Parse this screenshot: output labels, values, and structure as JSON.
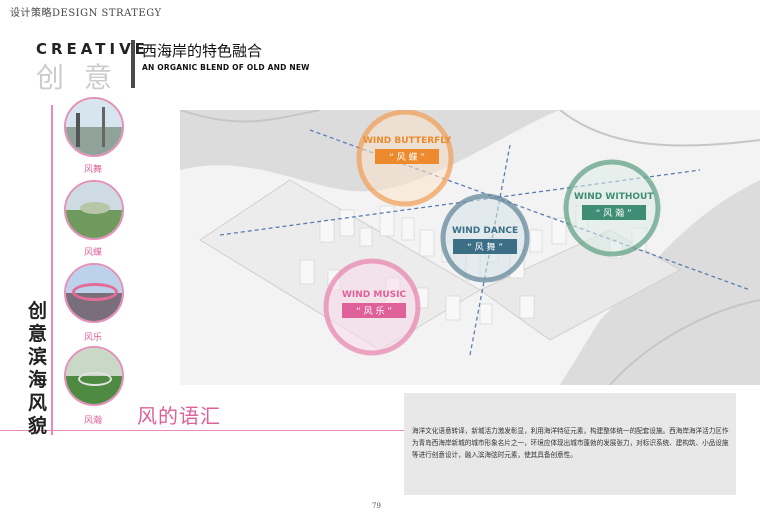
{
  "header": {
    "label": "设计策略DESIGN STRATEGY"
  },
  "title": {
    "en": "CREATIVE",
    "cn": "创意",
    "subtitle_cn": "西海岸的特色融合",
    "subtitle_en": "AN ORGANIC BLEND OF OLD AND NEW"
  },
  "side_title": [
    "创",
    "意",
    "滨",
    "海",
    "风",
    "貌"
  ],
  "thumbnails": [
    {
      "label": "风舞"
    },
    {
      "label": "风蝶"
    },
    {
      "label": "风乐"
    },
    {
      "label": "风瀚"
    }
  ],
  "section_title": "风的语汇",
  "map": {
    "badges": [
      {
        "name": "WIND BUTTERFLY",
        "tag": "“ 风 蝶 ”",
        "color": "#ec8a2d"
      },
      {
        "name": "WIND DANCE",
        "tag": "“ 风 舞 ”",
        "color": "#3c6f86"
      },
      {
        "name": "WIND WITHOUT",
        "tag": "“ 风 瀚 ”",
        "color": "#3f8d74"
      },
      {
        "name": "WIND MUSIC",
        "tag": "“ 风 乐 ”",
        "color": "#e0609a"
      }
    ]
  },
  "description": "海洋文化语意转译，新城活力激发彰显，利用海洋特征元素，构建整体统一的配套设施。西海岸海洋活力区作为青岛西海岸新城的城市形象名片之一，环境应体现出城市蓬勃的发展张力，对标识系统、建构筑、小品设施等进行创意设计，融入滨海弦时元素，使其具备创意性。",
  "page_number": "79"
}
